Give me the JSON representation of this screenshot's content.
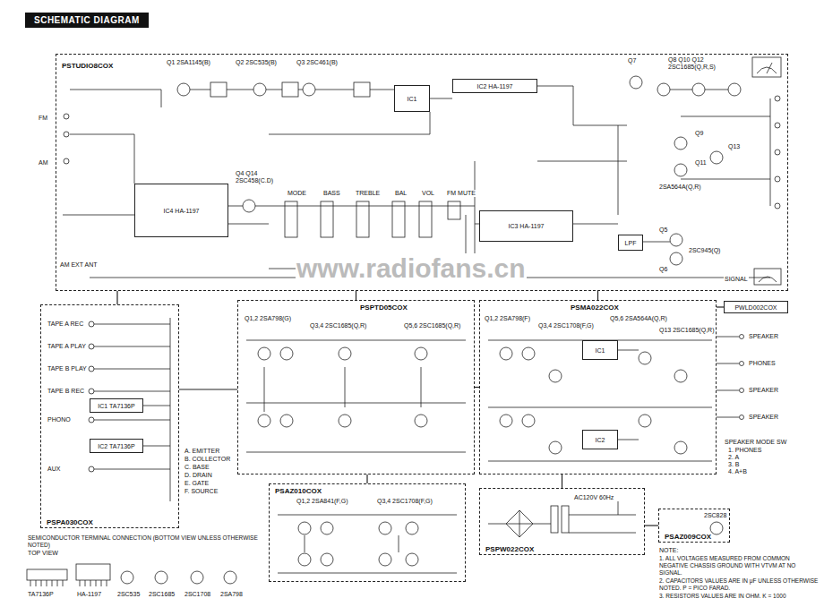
{
  "diagram": {
    "title": "SCHEMATIC DIAGRAM",
    "nodes": [
      {
        "text": [
          "PSTUDIO8COX"
        ]
      },
      {
        "text": [
          "IC4 HA-1197"
        ],
        "in": 0
      },
      {
        "text": [
          "IC2 HA-1197"
        ],
        "in": 0
      },
      {
        "text": [
          "IC3 HA-1197"
        ],
        "in": 0
      },
      {
        "text": [
          "IC1"
        ],
        "in": 0
      },
      {
        "text": [
          "LPF"
        ],
        "in": 0
      },
      {
        "text": [
          "PSPA030COX"
        ]
      },
      {
        "text": [
          "IC1 TA7136P"
        ],
        "in": 6
      },
      {
        "text": [
          "IC2 TA7136P"
        ],
        "in": 6
      },
      {
        "text": [
          "PSPTD05COX"
        ]
      },
      {
        "text": [
          "PSMA022COX"
        ]
      },
      {
        "text": [
          "IC1"
        ],
        "in": 10
      },
      {
        "text": [
          "IC2"
        ],
        "in": 10
      },
      {
        "text": [
          "PWLD002COX"
        ]
      },
      {
        "text": [
          "PSAZ010COX"
        ]
      },
      {
        "text": [
          "PSPW022COX"
        ]
      },
      {
        "text": [
          "PSAZ009COX"
        ]
      }
    ],
    "edges": [
      {
        "from": 0,
        "to": 6,
        "arrow": "none"
      },
      {
        "from": 0,
        "to": 9,
        "arrow": "none"
      },
      {
        "from": 0,
        "to": 10,
        "arrow": "none"
      },
      {
        "from": 6,
        "to": 9,
        "arrow": "none"
      },
      {
        "from": 9,
        "to": 10,
        "arrow": "none"
      },
      {
        "from": 9,
        "to": 14,
        "arrow": "none"
      },
      {
        "from": 10,
        "to": 15,
        "arrow": "none"
      },
      {
        "from": 15,
        "to": 16,
        "arrow": "none"
      },
      {
        "from": 10,
        "to": 13,
        "arrow": "none"
      }
    ],
    "labels": [
      "FM",
      "AM",
      "AM EXT ANT",
      "Q1 2SA1145(B)",
      "Q2 2SC535(B)",
      "Q3 2SC461(B)",
      "Q4 Q14",
      "2SC458(C.D)",
      "MODE",
      "BASS",
      "TREBLE",
      "BAL",
      "VOL",
      "FM MUTE",
      "Q7",
      "Q8 Q10 Q12",
      "2SC1685(Q,R,S)",
      "Q9",
      "Q11",
      "Q13",
      "2SA564A(Q,R)",
      "Q5",
      "Q6",
      "2SC945(Q)",
      "SIGNAL",
      "www.radiofans.cn",
      "TAPE A REC",
      "TAPE A PLAY",
      "TAPE B PLAY",
      "TAPE B REC",
      "PHONO",
      "AUX",
      "A. EMITTER",
      "B. COLLECTOR",
      "C. BASE",
      "D. DRAIN",
      "E. GATE",
      "F. SOURCE",
      "Q1,2 2SA798(G)",
      "Q3,4 2SC1685(Q,R)",
      "Q5,6 2SC1685(Q,R)",
      "Q1,2 2SA798(F)",
      "Q3,4 2SC1708(F,G)",
      "Q5,6 2SA564A(Q,R)",
      "Q13 2SC1685(Q,R)",
      "SPEAKER",
      "PHONES",
      "SPEAKER",
      "SPEAKER",
      "SPEAKER MODE SW",
      "1. PHONES",
      "2. A",
      "3. B",
      "4. A+B",
      "Q1,2 2SA841(F,G)",
      "Q3,4 2SC1708(F,G)",
      "AC120V 60Hz",
      "2SC828",
      "NOTE:",
      "1. ALL VOLTAGES MEASURED FROM COMMON NEGATIVE CHASSIS GROUND WITH VTVM AT NO SIGNAL.",
      "2. CAPACITORS VALUES ARE IN μF UNLESS OTHERWISE NOTED. P = PICO FARAD.",
      "3. RESISTORS VALUES ARE IN OHM. K = 1000",
      "SEMICONDUCTOR TERMINAL CONNECTION (BOTTOM VIEW UNLESS OTHERWISE NOTED)",
      "TOP VIEW",
      "TA7136P",
      "HA-1197",
      "2SC535",
      "2SC1685",
      "2SC1708",
      "2SA798"
    ]
  }
}
